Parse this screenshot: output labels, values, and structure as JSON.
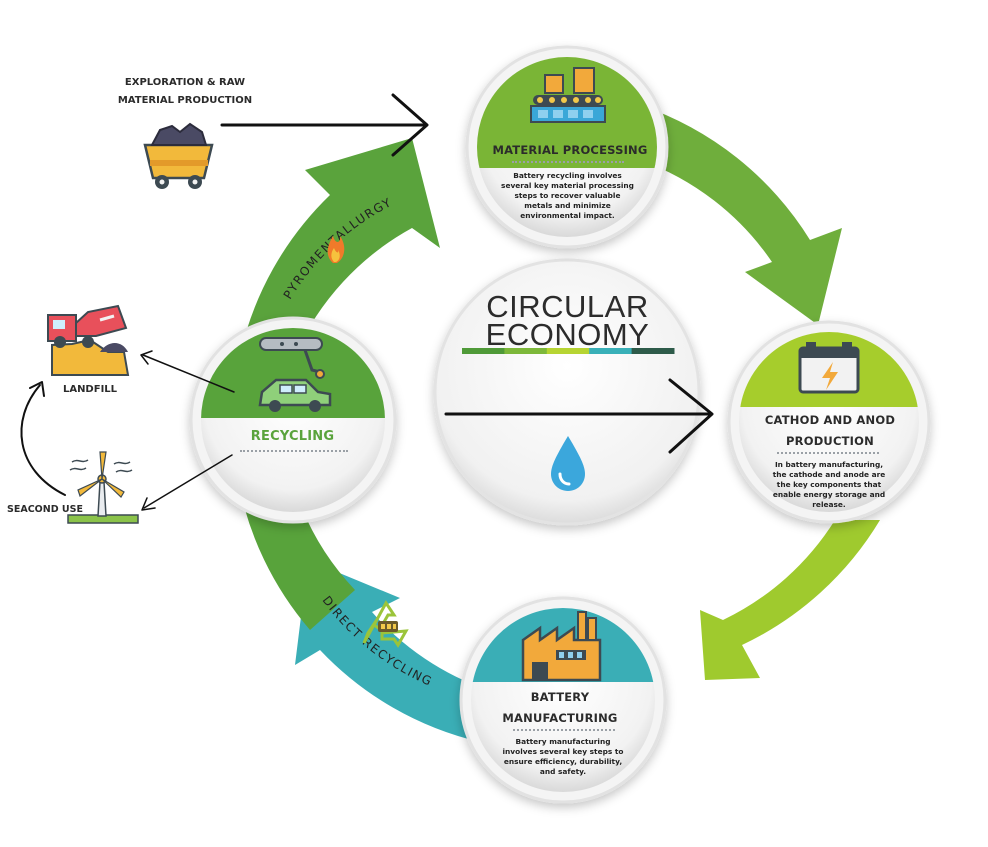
{
  "center": {
    "title_line1": "CIRCULAR",
    "title_line2": "ECONOMY",
    "bar_colors": [
      "#4f9a38",
      "#7db83a",
      "#b6d432",
      "#39b0b8",
      "#2e5b4a"
    ]
  },
  "nodes": {
    "material_processing": {
      "title": "MATERIAL PROCESSING",
      "description": "Battery recycling involves several key material processing steps to recover valuable metals and minimize environmental impact.",
      "icon": "conveyor-belt-icon"
    },
    "cathode_anode": {
      "title_line1": "CATHOD AND ANOD",
      "title_line2": "PRODUCTION",
      "description": "In battery manufacturing, the cathode and anode are the key components that enable energy storage and release.",
      "icon": "battery-icon"
    },
    "battery_manufacturing": {
      "title_line1": "BATTERY",
      "title_line2": "MANUFACTURING",
      "description": "Battery manufacturing involves several key steps to ensure efficiency, durability, and safety.",
      "icon": "factory-icon"
    },
    "recycling": {
      "title": "RECYCLING",
      "icon": "robot-arm-car-icon"
    }
  },
  "arcs": {
    "pyrometallurgy": "PYROMENTALLURGY",
    "direct_recycling": "DIRECT RECYCLING"
  },
  "side": {
    "exploration_line1": "EXPLORATION & RAW",
    "exploration_line2": "MATERIAL PRODUCTION",
    "landfill": "LANDFILL",
    "second_use": "SEACOND USE"
  },
  "colors": {
    "green_dark": "#5aa33c",
    "green_mid": "#7fb935",
    "green_light": "#a9cf2a",
    "teal": "#3aaeb6"
  }
}
